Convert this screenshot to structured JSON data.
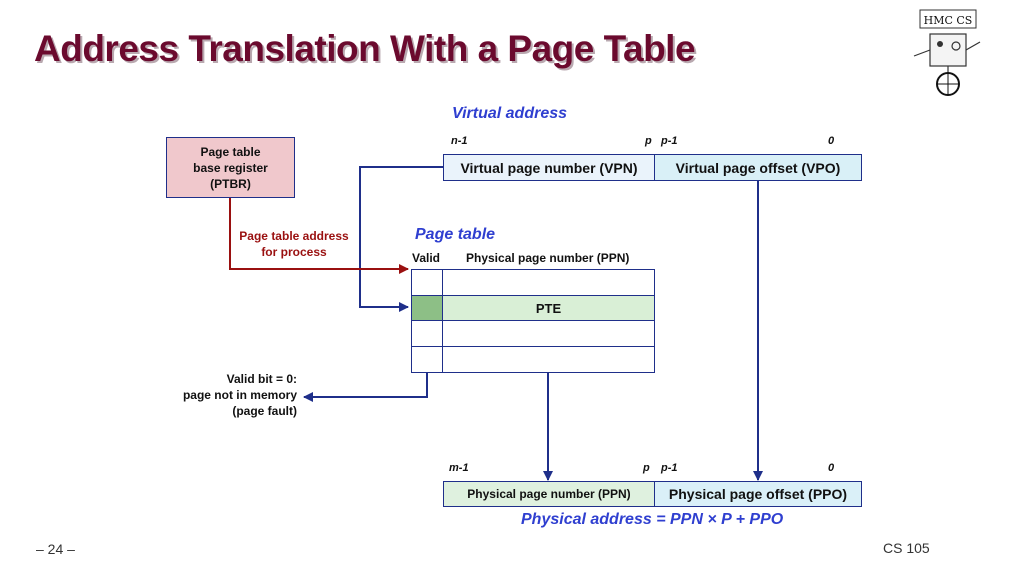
{
  "slide": {
    "title": "Address Translation With a Page Table",
    "page_number": "– 24 –",
    "course": "CS 105",
    "logo_text": "HMC CS"
  },
  "virtual_address": {
    "heading": "Virtual address",
    "bit_labels": {
      "high": "n-1",
      "p": "p",
      "p_minus_1": "p-1",
      "zero": "0"
    },
    "vpn_label": "Virtual page number (VPN)",
    "vpo_label": "Virtual page offset (VPO)"
  },
  "ptbr": {
    "line1": "Page table",
    "line2": "base register",
    "line3": "(PTBR)"
  },
  "ptbr_arrow_label": {
    "line1": "Page table address",
    "line2": "for process"
  },
  "page_table": {
    "heading": "Page table",
    "col_valid": "Valid",
    "col_ppn": "Physical page number (PPN)",
    "pte_label": "PTE"
  },
  "fault_note": {
    "line1": "Valid bit = 0:",
    "line2": "page not in memory",
    "line3": "(page fault)"
  },
  "physical_address": {
    "bit_labels": {
      "high": "m-1",
      "p": "p",
      "p_minus_1": "p-1",
      "zero": "0"
    },
    "ppn_label": "Physical page number (PPN)",
    "ppo_label": "Physical page offset (PPO)",
    "formula": "Physical address = PPN × P + PPO"
  },
  "colors": {
    "title": "#6b0a2e",
    "ptbr_fill": "#f0c8cc",
    "vpn_fill": "#eaf3fb",
    "vpo_fill": "#d9f0f7",
    "pte_fill": "#d9efd6",
    "valid_fill": "#8dbf86",
    "ppn_fill": "#dff1df",
    "ppo_fill": "#daf0f8",
    "arrow_blue": "#1f2f8a",
    "arrow_red": "#9a1010"
  }
}
